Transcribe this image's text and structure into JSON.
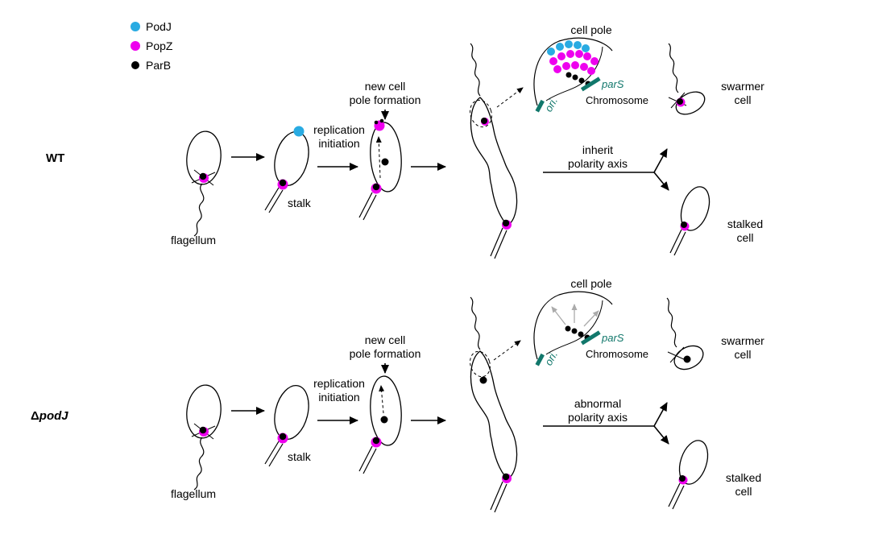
{
  "legend": {
    "items": [
      {
        "label": "PodJ"
      },
      {
        "label": "PopZ"
      },
      {
        "label": "ParB"
      }
    ]
  },
  "colors": {
    "podj": "#29ABE2",
    "popz": "#EE00EE",
    "parb": "#000000",
    "teal": "#11776B",
    "gray": "#ABABAB",
    "background": "#FFFFFF"
  },
  "rows": {
    "wt": {
      "label": "WT",
      "flagellum_label": "flagellum",
      "stalk_label": "stalk",
      "replication": [
        "replication",
        "initiation"
      ],
      "new_pole": [
        "new cell",
        "pole formation"
      ],
      "inset": {
        "cell_pole": "cell pole",
        "pars": "parS",
        "ori": "ori.",
        "chromosome": "Chromosome"
      },
      "axis": [
        "inherit",
        "polarity axis"
      ],
      "swarmer": [
        "swarmer",
        "cell"
      ],
      "stalked": [
        "stalked",
        "cell"
      ]
    },
    "dpodj": {
      "label_delta": "Δ",
      "label_gene": "podJ",
      "flagellum_label": "flagellum",
      "stalk_label": "stalk",
      "replication": [
        "replication",
        "initiation"
      ],
      "new_pole": [
        "new cell",
        "pole formation"
      ],
      "inset": {
        "cell_pole": "cell pole",
        "pars": "parS",
        "ori": "ori.",
        "chromosome": "Chromosome"
      },
      "axis": [
        "abnormal",
        "polarity axis"
      ],
      "swarmer": [
        "swarmer",
        "cell"
      ],
      "stalked": [
        "stalked",
        "cell"
      ]
    }
  }
}
